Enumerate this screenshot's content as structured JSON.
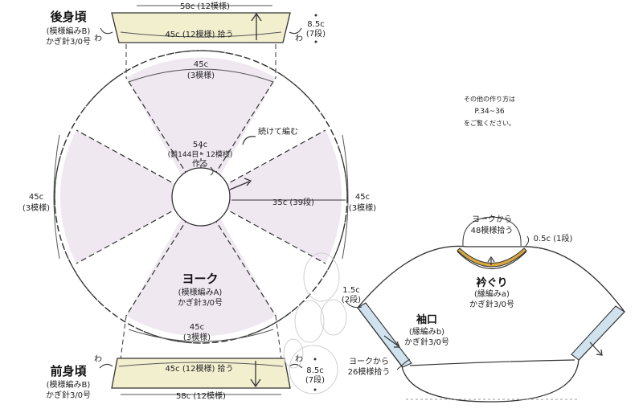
{
  "colors": {
    "line": "#333333",
    "yoke_fill": "#efe8f1",
    "band_fill": "#f2efcf",
    "edge_fill": "#cfe2ee",
    "collar_inner": "#d9a840",
    "arrow_fill": "#ffffff"
  },
  "back_body": {
    "title": "後身頃",
    "pattern": "(模様編みB)",
    "hook": "かぎ針3/0号",
    "top_width": "58c (12模様)",
    "pickup": "45c (12模様) 拾う",
    "height": "8.5c",
    "rows": "(7段)",
    "wa_left": "わ",
    "wa_right": "わ"
  },
  "front_body": {
    "title": "前身頃",
    "pattern": "(模様編みB)",
    "hook": "かぎ針3/0号",
    "bottom_width": "58c (12模様)",
    "pickup": "45c (12模様) 拾う",
    "height": "8.5c",
    "rows": "(7段)",
    "wa_left": "わ",
    "wa_right": "わ"
  },
  "yoke": {
    "title": "ヨーク",
    "pattern": "(模様編みA)",
    "hook": "かぎ針3/0号",
    "top_arc": "45c",
    "top_arc_pat": "(3模様)",
    "bottom_arc": "45c",
    "bottom_arc_pat": "(3模様)",
    "left_arc": "45c",
    "left_arc_pat": "(3模様)",
    "right_arc": "45c",
    "right_arc_pat": "(3模様)",
    "center_1": "54c",
    "center_2": "(鎖144目・12模様)",
    "center_3": "作る",
    "radius": "35c (39段)",
    "continue": "続けて編む"
  },
  "note": {
    "line1": "その他の作り方は",
    "line2": "P.34~36",
    "line3": "をご覧ください。"
  },
  "sleeve": {
    "collar_from": "ヨークから",
    "collar_pickup": "48模様拾う",
    "collar_width": "0.5c (1段)",
    "collar_title": "衿ぐり",
    "collar_pattern": "(縁編みa)",
    "collar_hook": "かぎ針3/0号",
    "cuff_title": "袖口",
    "cuff_pattern": "(縁編みb)",
    "cuff_hook": "かぎ針3/0号",
    "cuff_width": "1.5c",
    "cuff_rows": "(2段)",
    "cuff_from": "ヨークから",
    "cuff_pickup": "26模様拾う"
  }
}
